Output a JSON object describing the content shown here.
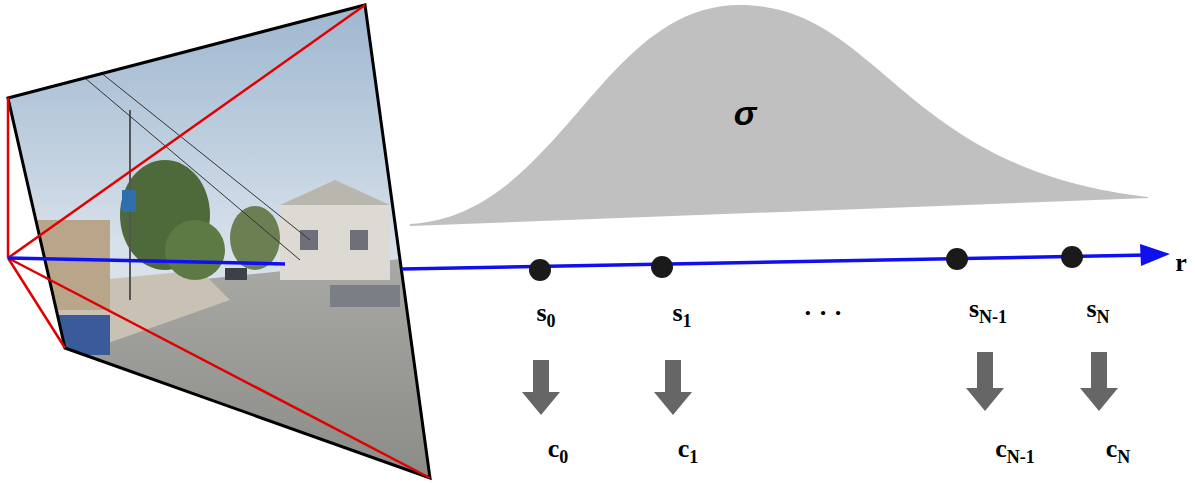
{
  "diagram": {
    "labels": [
      "σ",
      "r",
      "s0",
      "s1",
      "· · ·",
      "sN-1",
      "sN",
      "c0",
      "c1",
      "cN-1",
      "cN"
    ]
  }
}
